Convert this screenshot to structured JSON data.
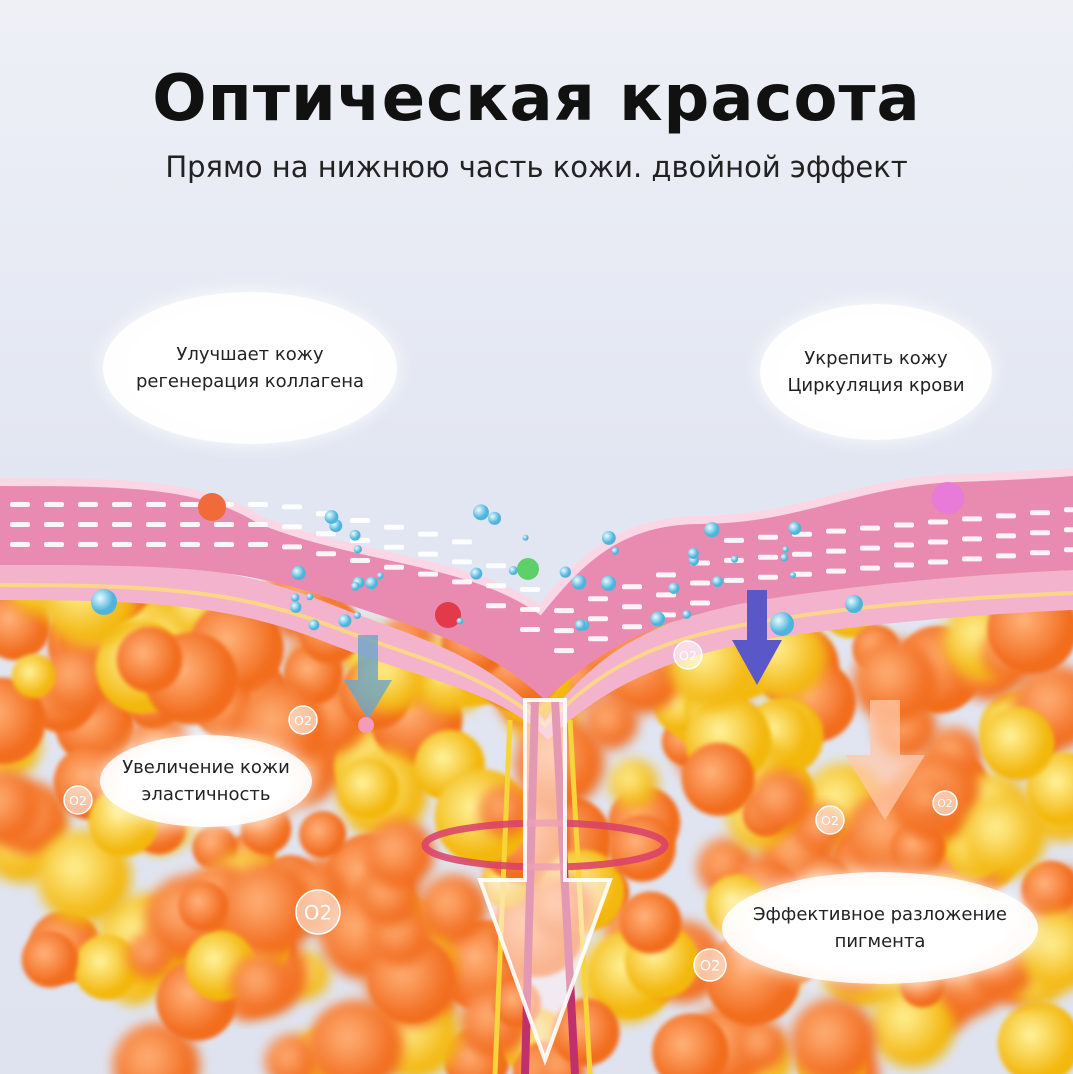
{
  "header": {
    "title": "Оптическая красота",
    "subtitle": "Прямо на нижнюю часть кожи. двойной эффект"
  },
  "callouts": [
    {
      "line1": "Улучшает кожу",
      "line2": "регенерация коллагена"
    },
    {
      "line1": "Укрепить кожу",
      "line2": "Циркуляция крови"
    },
    {
      "line1": "Увеличение кожи",
      "line2": "эластичность"
    },
    {
      "line1": "Эффективное разложение",
      "line2": "пигмента"
    }
  ],
  "oxygen_label": "O2",
  "colors": {
    "skin": "#f0a6c4",
    "fat_orange": "#f7843a",
    "fat_yellow": "#f8c81e",
    "arrow_blue": "#5a58c8"
  }
}
